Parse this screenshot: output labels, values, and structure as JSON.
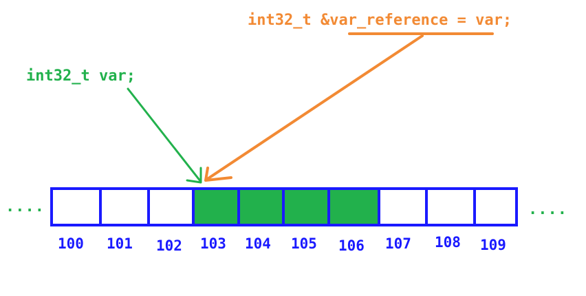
{
  "declarations": {
    "reference": "int32_t &var_reference = var;",
    "variable": "int32_t var;"
  },
  "ellipsis": {
    "left": "....",
    "right": "...."
  },
  "memory": {
    "cells": [
      {
        "address": "100",
        "occupied": false
      },
      {
        "address": "101",
        "occupied": false
      },
      {
        "address": "102",
        "occupied": false
      },
      {
        "address": "103",
        "occupied": true
      },
      {
        "address": "104",
        "occupied": true
      },
      {
        "address": "105",
        "occupied": true
      },
      {
        "address": "106",
        "occupied": true
      },
      {
        "address": "107",
        "occupied": false
      },
      {
        "address": "108",
        "occupied": false
      },
      {
        "address": "109",
        "occupied": false
      }
    ]
  },
  "colors": {
    "reference": "#f28a34",
    "variable": "#22b14c",
    "memory_border": "#1a1aff",
    "address_text": "#1a1aff",
    "occupied_fill": "#22b14c"
  }
}
